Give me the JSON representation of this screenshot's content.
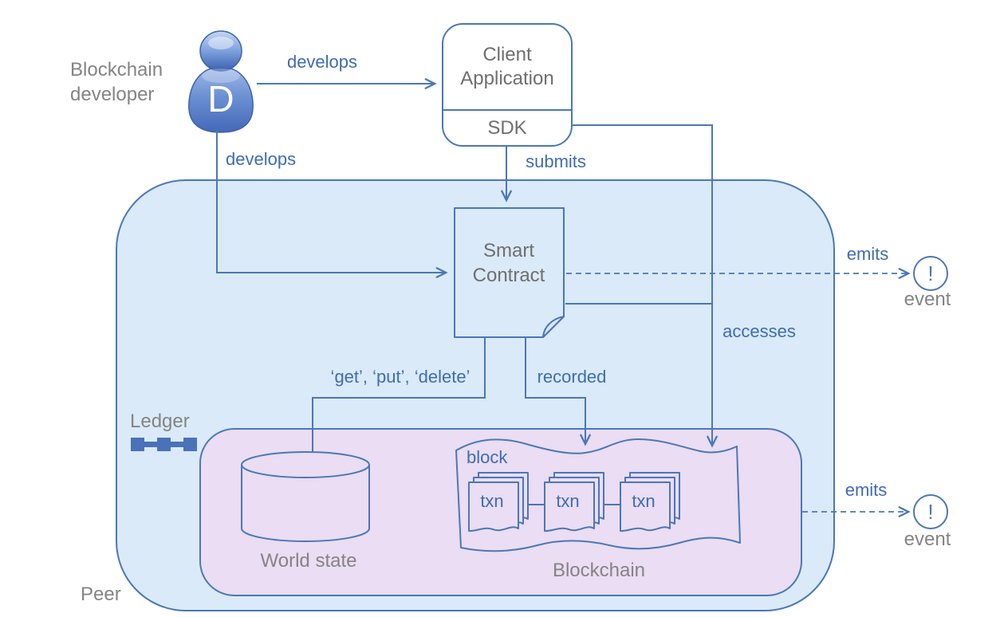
{
  "diagram": {
    "developer": {
      "label": "Blockchain\ndeveloper",
      "initial": "D"
    },
    "client_application": {
      "title": "Client\nApplication",
      "sdk_label": "SDK"
    },
    "peer_label": "Peer",
    "smart_contract_label": "Smart\nContract",
    "ledger_label": "Ledger",
    "world_state_label": "World state",
    "blockchain": {
      "label": "Blockchain",
      "block_label": "block",
      "txn": [
        "txn",
        "txn",
        "txn"
      ]
    },
    "event_top": {
      "icon": "!",
      "label": "event"
    },
    "event_bottom": {
      "icon": "!",
      "label": "event"
    },
    "edges": {
      "develops_app": "develops",
      "develops_contract": "develops",
      "submits": "submits",
      "emits_top": "emits",
      "emits_bottom": "emits",
      "accesses": "accesses",
      "recorded": "recorded",
      "get_put_delete": "‘get’, ‘put’, ‘delete’"
    },
    "colors": {
      "line_blue": "#4b77b7",
      "label_blue": "#3f6cb2",
      "label_gray": "#848484",
      "peer_fill": "#daeaf8",
      "ledger_fill": "#eaddf4",
      "chain_icon_blue": "#4a72b8",
      "person_blue": "#5b7fcc"
    }
  }
}
